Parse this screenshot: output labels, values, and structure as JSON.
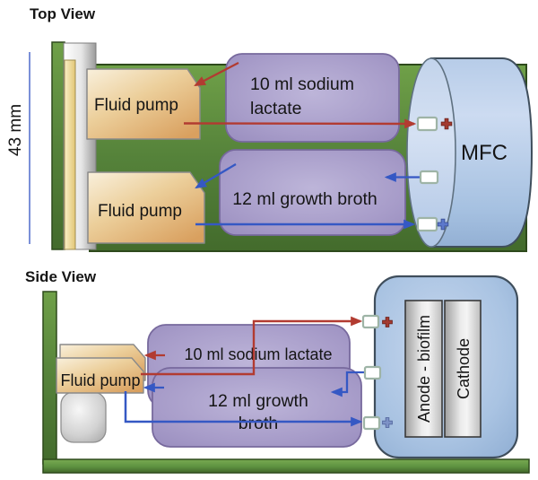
{
  "top_view": {
    "title": "Top View",
    "dimension_label": "43 mm",
    "pump_sodium_label": "Fluid pump",
    "pump_broth_label": "Fluid pump",
    "sodium_lactate_line1": "10 ml sodium",
    "sodium_lactate_line2": "lactate",
    "growth_broth_label": "12 ml growth broth",
    "mfc_label": "MFC"
  },
  "side_view": {
    "title": "Side View",
    "pump_label": "Fluid pump",
    "sodium_lactate_label": "10 ml sodium lactate",
    "growth_broth_line1": "12 ml growth",
    "growth_broth_line2": "broth",
    "anode_label": "Anode - biofilm",
    "cathode_label": "Cathode"
  },
  "icons": {
    "anode_terminal": "red-plus-icon",
    "cathode_terminal": "blue-plus-icon",
    "flow_arrows": "arrowhead-icon"
  },
  "colors": {
    "board_green": "#55823a",
    "pump_tan": "#e9c38a",
    "reservoir_purple": "#a79cc9",
    "mfc_blue": "#a9c3e2",
    "electrode_gray": "#d9d9d9",
    "anolyte_line_red": "#b23b31",
    "catholyte_line_blue": "#3558c4",
    "dimension_line_blue": "#7b90d8"
  }
}
